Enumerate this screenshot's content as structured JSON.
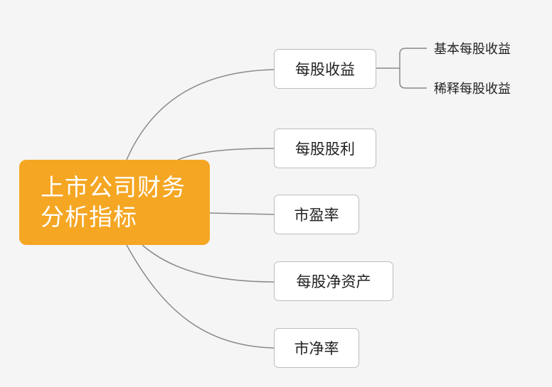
{
  "root": {
    "line1": "上市公司财务",
    "line2": "分析指标"
  },
  "branches": [
    {
      "label": "每股收益"
    },
    {
      "label": "每股股利"
    },
    {
      "label": "市盈率"
    },
    {
      "label": "每股净资产"
    },
    {
      "label": "市净率"
    }
  ],
  "sub_branches": [
    {
      "label": "基本每股收益"
    },
    {
      "label": "稀释每股收益"
    }
  ],
  "colors": {
    "root_fill": "#f5a623",
    "root_text": "#ffffff",
    "node_border": "#bdbdbd",
    "connector": "#8a8a8a",
    "background": "#f5f5f5"
  }
}
